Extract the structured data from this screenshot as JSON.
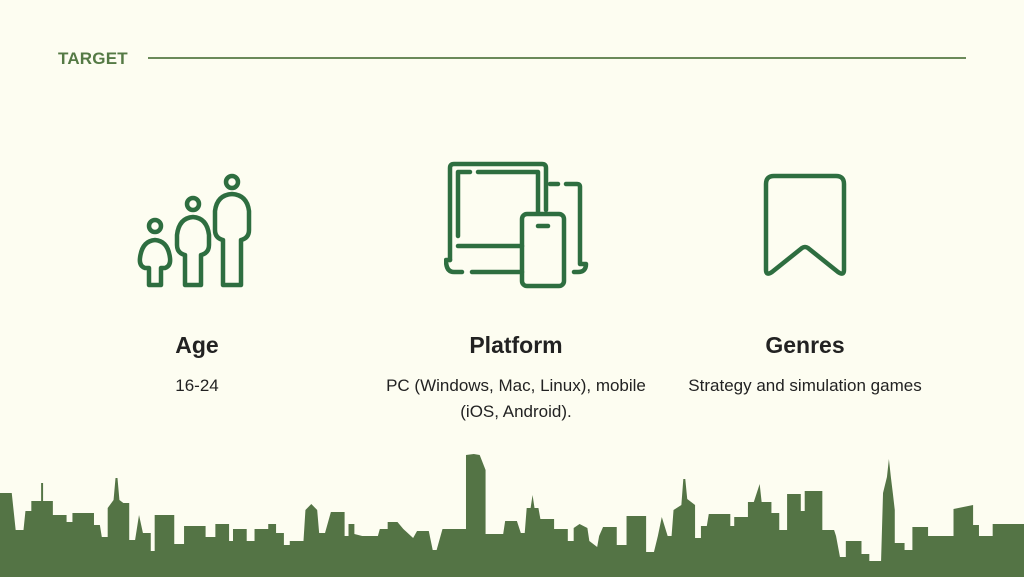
{
  "section": {
    "title": "TARGET"
  },
  "colors": {
    "accent": "#557a45",
    "icon": "#2e6e40",
    "background": "#fdfdf1"
  },
  "columns": [
    {
      "icon": "family-people-icon",
      "heading": "Age",
      "description": "16-24"
    },
    {
      "icon": "devices-icon",
      "heading": "Platform",
      "description": "PC (Windows, Mac, Linux), mobile (iOS, Android)."
    },
    {
      "icon": "bookmark-icon",
      "heading": "Genres",
      "description": "Strategy and simulation games"
    }
  ]
}
